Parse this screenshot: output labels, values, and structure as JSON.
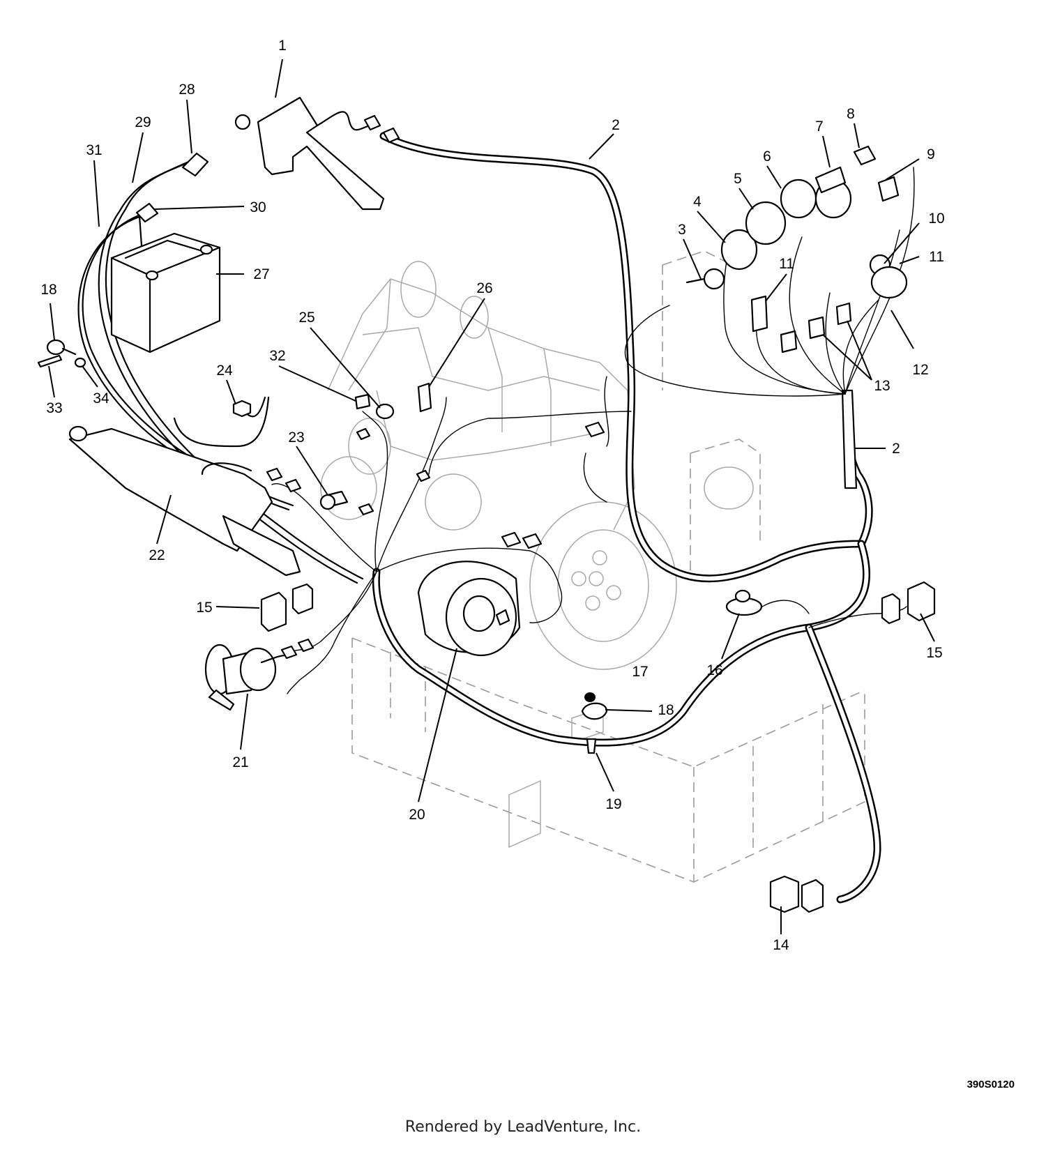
{
  "diagram": {
    "callouts": [
      {
        "id": "c1",
        "text": "1"
      },
      {
        "id": "c2a",
        "text": "2"
      },
      {
        "id": "c2b",
        "text": "2"
      },
      {
        "id": "c3",
        "text": "3"
      },
      {
        "id": "c4",
        "text": "4"
      },
      {
        "id": "c5",
        "text": "5"
      },
      {
        "id": "c6",
        "text": "6"
      },
      {
        "id": "c7",
        "text": "7"
      },
      {
        "id": "c8",
        "text": "8"
      },
      {
        "id": "c9",
        "text": "9"
      },
      {
        "id": "c10",
        "text": "10"
      },
      {
        "id": "c11a",
        "text": "11"
      },
      {
        "id": "c11b",
        "text": "11"
      },
      {
        "id": "c12",
        "text": "12"
      },
      {
        "id": "c13",
        "text": "13"
      },
      {
        "id": "c14",
        "text": "14"
      },
      {
        "id": "c15a",
        "text": "15"
      },
      {
        "id": "c15b",
        "text": "15"
      },
      {
        "id": "c16",
        "text": "16"
      },
      {
        "id": "c17",
        "text": "17"
      },
      {
        "id": "c18a",
        "text": "18"
      },
      {
        "id": "c18b",
        "text": "18"
      },
      {
        "id": "c19",
        "text": "19"
      },
      {
        "id": "c20",
        "text": "20"
      },
      {
        "id": "c21",
        "text": "21"
      },
      {
        "id": "c22",
        "text": "22"
      },
      {
        "id": "c23",
        "text": "23"
      },
      {
        "id": "c24",
        "text": "24"
      },
      {
        "id": "c25",
        "text": "25"
      },
      {
        "id": "c26",
        "text": "26"
      },
      {
        "id": "c27",
        "text": "27"
      },
      {
        "id": "c28",
        "text": "28"
      },
      {
        "id": "c29",
        "text": "29"
      },
      {
        "id": "c30",
        "text": "30"
      },
      {
        "id": "c31",
        "text": "31"
      },
      {
        "id": "c32",
        "text": "32"
      },
      {
        "id": "c33",
        "text": "33"
      },
      {
        "id": "c34",
        "text": "34"
      }
    ],
    "code": "390S0120"
  },
  "footer": {
    "credit": "Rendered by LeadVenture, Inc."
  }
}
